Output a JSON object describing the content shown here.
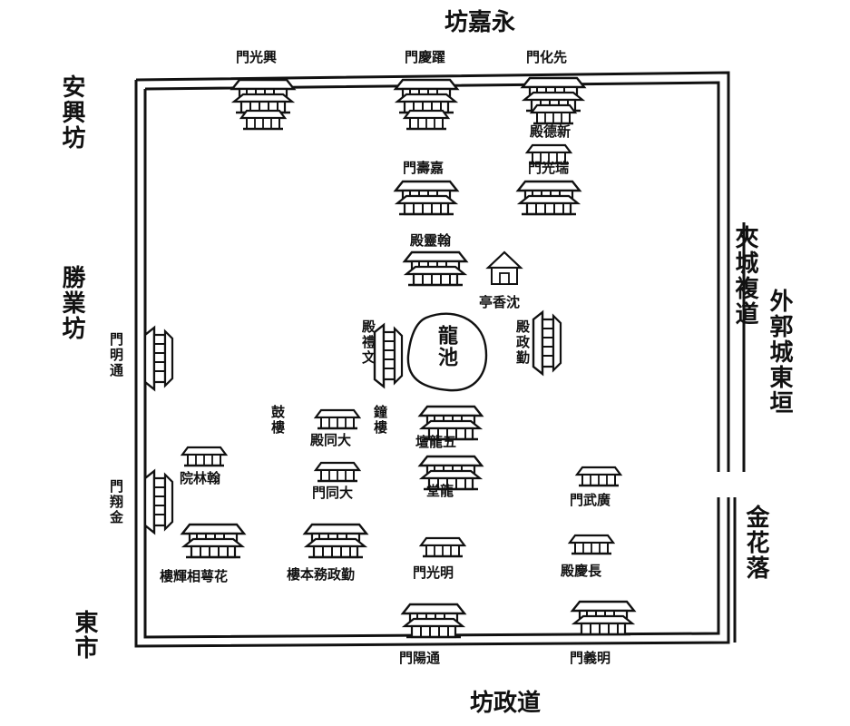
{
  "map": {
    "outside": {
      "north": "坊嘉永",
      "northwest": "安興坊",
      "west": "勝業坊",
      "southwest": "東市",
      "south": "坊政道",
      "east_passage": "夾城複道",
      "east_wall": "外郭城東垣",
      "southeast": "金花落"
    },
    "buildings": {
      "north_gate_1": "門光興",
      "north_gate_2": "門慶躍",
      "north_gate_3": "門化先",
      "north_hall_1": "殿德新",
      "north_gate_4": "門壽嘉",
      "north_gate_5": "門光瑞",
      "north_hall_2": "殿靈翰",
      "pavilion": "亭香沈",
      "west_hall": "殿禮文",
      "east_hall": "殿政勤",
      "pond": "龍池",
      "drum_tower": "鼓樓",
      "great_hall": "殿同大",
      "bell_tower": "鐘樓",
      "altar": "壇龍五",
      "great_gate": "門同大",
      "dragon_hall": "堂龍",
      "west_gate": "門翔金",
      "west_yard": "院林翰",
      "west_gate_upper": "門明通",
      "tower_flower": "樓輝相萼花",
      "tower_diligence": "樓本務政勤",
      "gate_bright": "門光明",
      "gate_wing": "門武廣",
      "hall_long": "殿慶長",
      "gate_road": "門陽通",
      "gate_yi": "門義明"
    }
  }
}
